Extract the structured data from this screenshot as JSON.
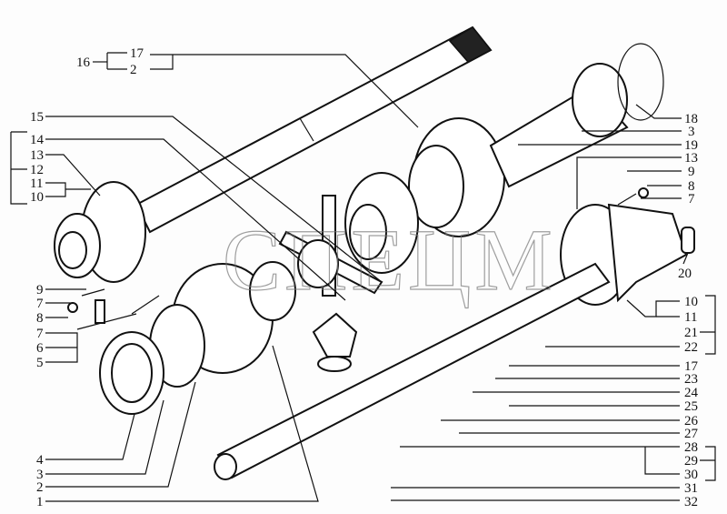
{
  "watermark": "СПЕЦМ",
  "callouts": {
    "top": [
      "16",
      "17",
      "2"
    ],
    "left": [
      "15",
      "14",
      "13",
      "12",
      "11",
      "10",
      "9",
      "7",
      "8",
      "7",
      "6",
      "5",
      "4",
      "3",
      "2",
      "1"
    ],
    "right": [
      "18",
      "3",
      "19",
      "13",
      "9",
      "8",
      "7",
      "20",
      "10",
      "11",
      "21",
      "22",
      "17",
      "23",
      "24",
      "25",
      "26",
      "27",
      "28",
      "29",
      "30",
      "31",
      "32"
    ]
  }
}
